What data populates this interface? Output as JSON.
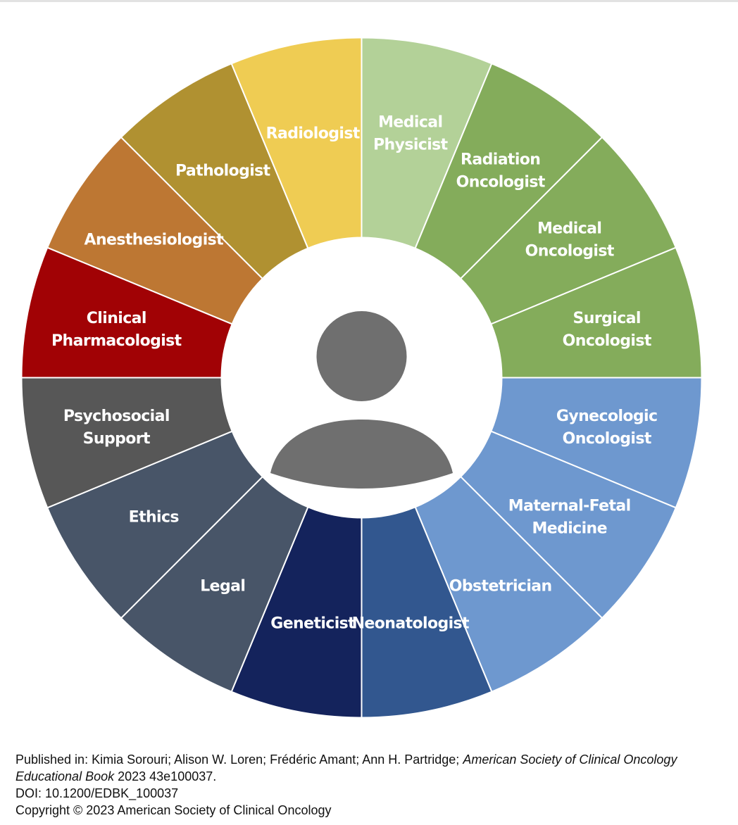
{
  "diagram": {
    "segments": [
      {
        "label": [
          "Medical",
          "Physicist"
        ],
        "color": "#b3d198",
        "icon": "none"
      },
      {
        "label": [
          "Radiation",
          "Oncologist"
        ],
        "color": "#84ac5b"
      },
      {
        "label": [
          "Medical",
          "Oncologist"
        ],
        "color": "#84ac5b"
      },
      {
        "label": [
          "Surgical",
          "Oncologist"
        ],
        "color": "#84ac5b"
      },
      {
        "label": [
          "Gynecologic",
          "Oncologist"
        ],
        "color": "#6e98cf"
      },
      {
        "label": [
          "Maternal-Fetal",
          "Medicine"
        ],
        "color": "#6e98cf"
      },
      {
        "label": [
          "Obstetrician"
        ],
        "color": "#6e98cf"
      },
      {
        "label": [
          "Neonatologist"
        ],
        "color": "#32578f"
      },
      {
        "label": [
          "Geneticist"
        ],
        "color": "#14235c"
      },
      {
        "label": [
          "Legal"
        ],
        "color": "#485568"
      },
      {
        "label": [
          "Ethics"
        ],
        "color": "#485568"
      },
      {
        "label": [
          "Psychosocial",
          "Support"
        ],
        "color": "#575757"
      },
      {
        "label": [
          "Clinical",
          "Pharmacologist"
        ],
        "color": "#a10205"
      },
      {
        "label": [
          "Anesthesiologist"
        ],
        "color": "#bd7733"
      },
      {
        "label": [
          "Pathologist"
        ],
        "color": "#b09131"
      },
      {
        "label": [
          "Radiologist"
        ],
        "color": "#efcc53"
      }
    ],
    "center_icon": "person-avatar-icon",
    "center_icon_color": "#6f6f6f",
    "divider_color": "#ffffff"
  },
  "caption": {
    "line1_prefix": "Published in: Kimia Sorouri; Alison W. Loren; Frédéric Amant; Ann H. Partridge; ",
    "journal": "American Society of Clinical Oncology Educational Book",
    "line1_suffix": " 2023 43e100037.",
    "doi": "DOI: 10.1200/EDBK_100037",
    "copyright": "Copyright © 2023 American Society of Clinical Oncology"
  }
}
